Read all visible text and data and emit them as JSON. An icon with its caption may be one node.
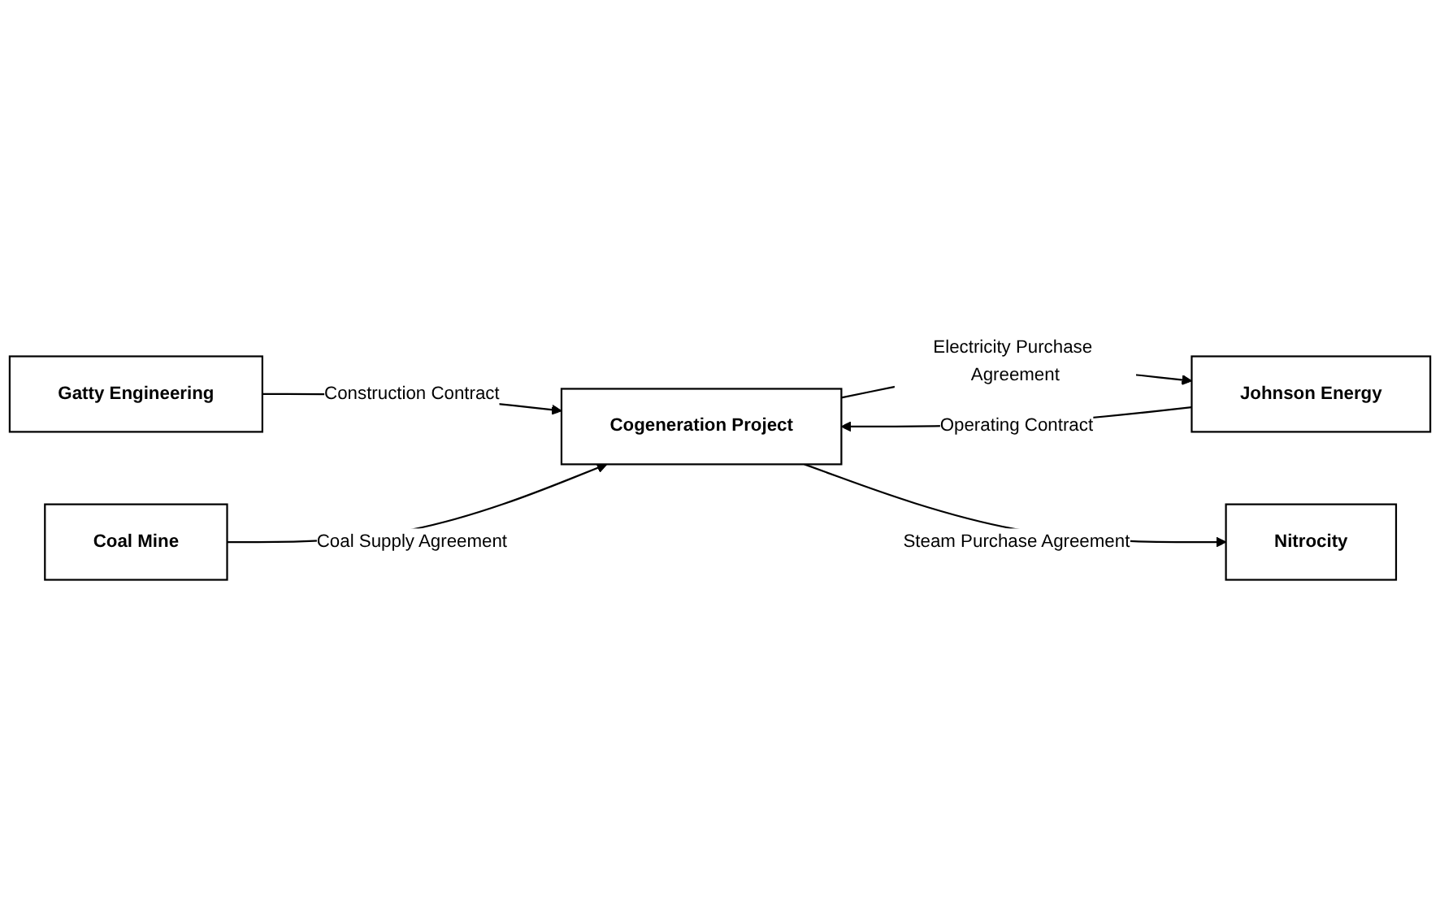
{
  "diagram": {
    "nodes": [
      {
        "text": [
          "Gatty Engineering"
        ]
      },
      {
        "text": [
          "Coal Mine"
        ]
      },
      {
        "text": [
          "Cogeneration Project"
        ]
      },
      {
        "text": [
          "Johnson Energy"
        ]
      },
      {
        "text": [
          "Nitrocity"
        ]
      }
    ],
    "edges": [
      {
        "from": 0,
        "to": 2,
        "arrow": "to",
        "label": "Construction Contract"
      },
      {
        "from": 1,
        "to": 2,
        "arrow": "to",
        "label": "Coal Supply Agreement"
      },
      {
        "from": 2,
        "to": 3,
        "arrow": "to",
        "label": "Electricity Purchase Agreement"
      },
      {
        "from": 3,
        "to": 2,
        "arrow": "to",
        "label": "Operating Contract"
      },
      {
        "from": 2,
        "to": 4,
        "arrow": "to",
        "label": "Steam Purchase Agreement"
      }
    ]
  }
}
